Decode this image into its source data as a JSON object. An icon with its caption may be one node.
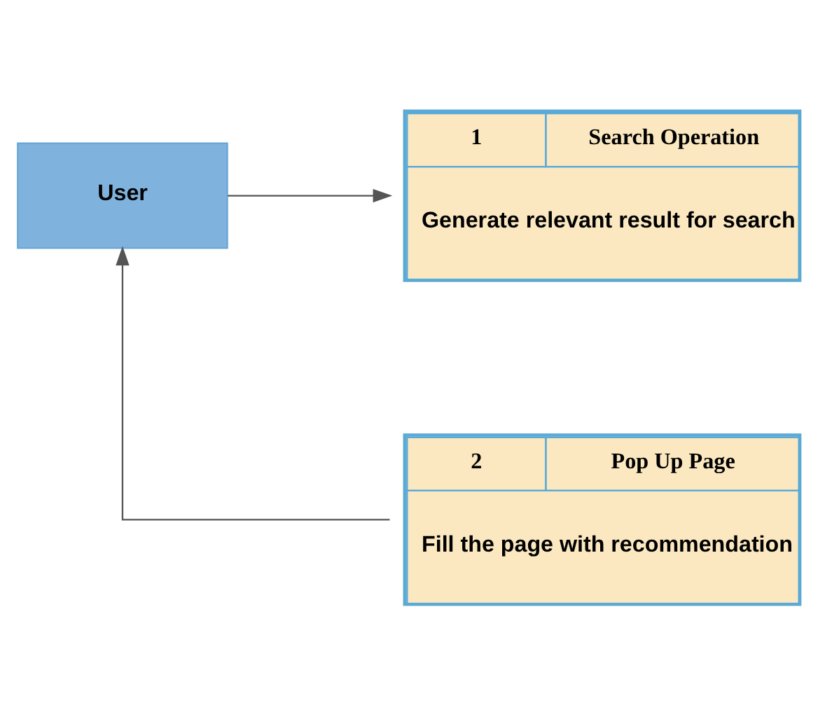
{
  "diagram": {
    "nodes": [
      {
        "text": [
          "User"
        ]
      },
      {
        "text": [
          "1",
          "Search Operation",
          "Generate relevant result for search"
        ]
      },
      {
        "text": [
          "2",
          "Pop Up Page",
          "Fill the page with recommendation"
        ]
      }
    ],
    "edges": [
      {
        "from": 0,
        "to": 1,
        "arrow": "to"
      },
      {
        "from": 2,
        "to": 0,
        "arrow": "to"
      }
    ]
  }
}
